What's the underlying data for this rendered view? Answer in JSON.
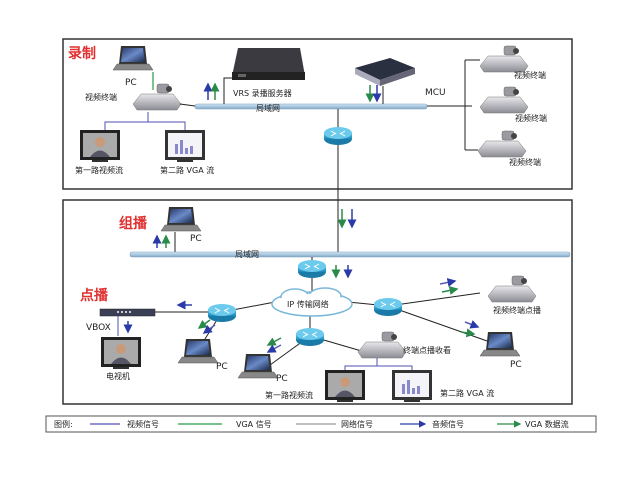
{
  "colors": {
    "video": "#5050b0",
    "vga": "#2a9a4a",
    "network": "#9a9a9a",
    "audio_arrow": "#2a3aa8",
    "vga_arrow": "#2a8a4a",
    "section_title": "#e03030",
    "lan_bar": "#a8c8e0",
    "router": "#2aa0cc"
  },
  "sections": {
    "record": {
      "title": "录制",
      "pc_label": "PC",
      "terminal_label": "视频终端",
      "vrs_label": "VRS 录播服务器",
      "lan_label": "局域网",
      "mcu_label": "MCU",
      "stream1_label": "第一路视频流",
      "stream2_label": "第二路 VGA 流",
      "right_terminals": [
        "视频终端",
        "视频终端",
        "视频终端"
      ]
    },
    "multicast": {
      "title": "组播",
      "pc_label": "PC",
      "lan_label": "局域网"
    },
    "vod": {
      "title": "点播",
      "vbox_label": "VBOX",
      "tv_label": "电视机",
      "cloud_label": "IP 传输网络",
      "pc_labels": [
        "PC",
        "PC",
        "PC"
      ],
      "terminal_vod_label": "视频终端点播",
      "terminal_watch_label": "终端点播收看",
      "stream1_label": "第一路视频流",
      "stream2_label": "第二路 VGA 流"
    }
  },
  "legend": {
    "title": "图例:",
    "items": [
      {
        "type": "line",
        "color_key": "video",
        "label": "视频信号"
      },
      {
        "type": "line",
        "color_key": "vga",
        "label": "VGA 信号"
      },
      {
        "type": "line",
        "color_key": "network",
        "label": "网络信号"
      },
      {
        "type": "arrow",
        "color_key": "audio_arrow",
        "label": "音频信号"
      },
      {
        "type": "arrow",
        "color_key": "vga_arrow",
        "label": "VGA 数据流"
      }
    ]
  }
}
